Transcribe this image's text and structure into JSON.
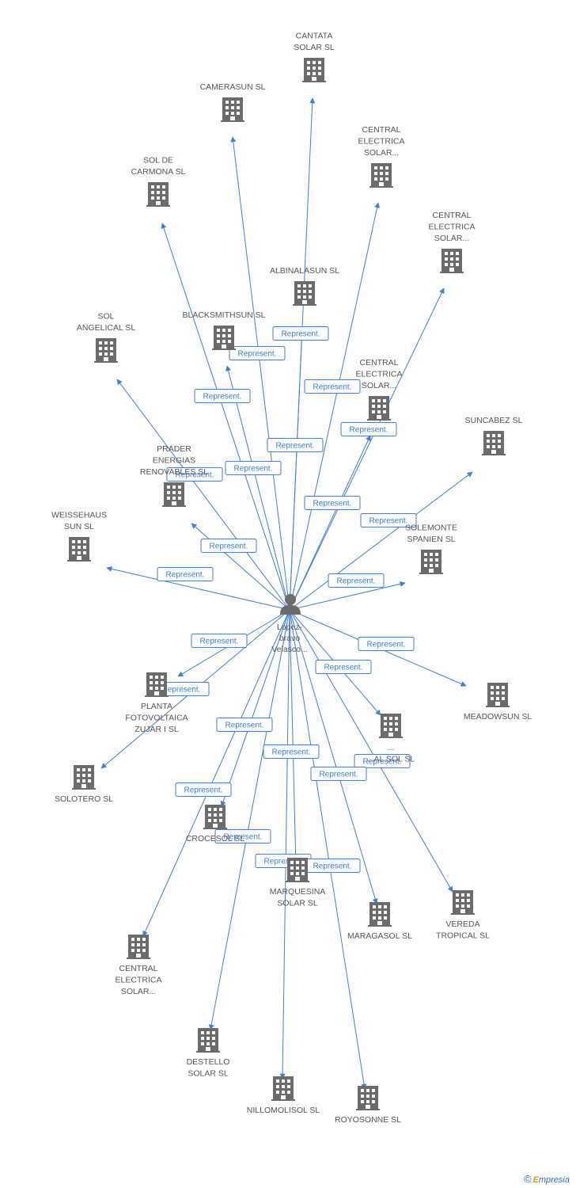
{
  "center": {
    "lines": [
      "Lopez-",
      "bravo",
      "Velasco..."
    ]
  },
  "edge_label": "Represent.",
  "colors": {
    "edge": "#3f7fd6",
    "icon": "#666666",
    "label": "#555555"
  },
  "nodes": [
    {
      "id": "cantata",
      "lines": [
        "CANTATA",
        "SOLAR SL"
      ]
    },
    {
      "id": "camerasun",
      "lines": [
        "CAMERASUN SL"
      ]
    },
    {
      "id": "central1",
      "lines": [
        "CENTRAL",
        "ELECTRICA",
        "SOLAR..."
      ]
    },
    {
      "id": "soldecarmona",
      "lines": [
        "SOL DE",
        "CARMONA SL"
      ]
    },
    {
      "id": "central2",
      "lines": [
        "CENTRAL",
        "ELECTRICA",
        "SOLAR..."
      ]
    },
    {
      "id": "albinalasun",
      "lines": [
        "ALBINALASUN SL"
      ]
    },
    {
      "id": "solangelical",
      "lines": [
        "SOL",
        "ANGELICAL SL"
      ]
    },
    {
      "id": "blacksmithsun",
      "lines": [
        "BLACKSMITHSUN SL"
      ]
    },
    {
      "id": "central3",
      "lines": [
        "CENTRAL",
        "ELECTRICA",
        "SOLAR..."
      ]
    },
    {
      "id": "suncabez",
      "lines": [
        "SUNCABEZ SL"
      ]
    },
    {
      "id": "prader",
      "lines": [
        "PRADER",
        "ENERGIAS",
        "RENOVABLES SL"
      ]
    },
    {
      "id": "weissehaus",
      "lines": [
        "WEISSEHAUS",
        "SUN SL"
      ]
    },
    {
      "id": "solemonte",
      "lines": [
        "SOLEMONTE",
        "SPANIEN SL"
      ]
    },
    {
      "id": "meadowsun",
      "lines": [
        "MEADOWSUN SL"
      ]
    },
    {
      "id": "planta",
      "lines": [
        "PLANTA",
        "FOTOVOLTAICA",
        "ZUJAR I SL"
      ]
    },
    {
      "id": "solsl",
      "lines": [
        "...",
        "...AL SOL SL"
      ]
    },
    {
      "id": "solotero",
      "lines": [
        "SOLOTERO SL"
      ]
    },
    {
      "id": "crocesol",
      "lines": [
        "CROCESOL SL"
      ]
    },
    {
      "id": "marquesina",
      "lines": [
        "MARQUESINA",
        "SOLAR SL"
      ]
    },
    {
      "id": "maragasol",
      "lines": [
        "MARAGASOL SL"
      ]
    },
    {
      "id": "vereda",
      "lines": [
        "VEREDA",
        "TROPICAL SL"
      ]
    },
    {
      "id": "central4",
      "lines": [
        "CENTRAL",
        "ELECTRICA",
        "SOLAR..."
      ]
    },
    {
      "id": "destello",
      "lines": [
        "DESTELLO",
        "SOLAR SL"
      ]
    },
    {
      "id": "nillomolisol",
      "lines": [
        "NILLOMOLISOL SL"
      ]
    },
    {
      "id": "royosonne",
      "lines": [
        "ROYOSONNE SL"
      ]
    }
  ],
  "footer": {
    "copyright": "©",
    "brand_initial": "E",
    "brand_rest": "mpresia"
  }
}
